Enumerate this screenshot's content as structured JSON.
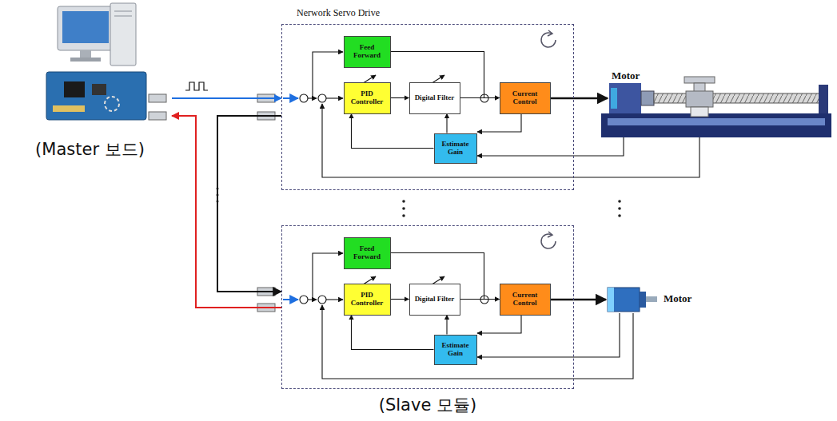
{
  "diagram": {
    "nodes": [
      {
        "text": [
          "(Master 보드)"
        ]
      },
      {
        "text": [
          "Nerwork Servo Drive"
        ]
      },
      {
        "text": [
          "Feed Forward"
        ],
        "in": 1
      },
      {
        "text": [
          "PID Controller"
        ],
        "in": 1
      },
      {
        "text": [
          "Digital Filter"
        ],
        "in": 1
      },
      {
        "text": [
          "Current Control"
        ],
        "in": 1
      },
      {
        "text": [
          "Estimate Gain"
        ],
        "in": 1
      },
      {
        "text": [
          "(Slave 모듈)"
        ]
      },
      {
        "text": [
          "Feed Forward"
        ],
        "in": 7
      },
      {
        "text": [
          "PID Controller"
        ],
        "in": 7
      },
      {
        "text": [
          "Digital Filter"
        ],
        "in": 7
      },
      {
        "text": [
          "Current Control"
        ],
        "in": 7
      },
      {
        "text": [
          "Estimate Gain"
        ],
        "in": 7
      }
    ],
    "edges": [
      {
        "from": 0,
        "to": 1,
        "arrow": "to"
      },
      {
        "from": 1,
        "to": 7,
        "arrow": "to"
      },
      {
        "from": 7,
        "to": 0,
        "arrow": "to"
      },
      {
        "from": 2,
        "to": 5,
        "arrow": "to"
      },
      {
        "from": 3,
        "to": 4,
        "arrow": "to"
      },
      {
        "from": 4,
        "to": 5,
        "arrow": "to"
      },
      {
        "from": 6,
        "to": 3,
        "arrow": "to"
      },
      {
        "from": 6,
        "to": 4,
        "arrow": "to"
      },
      {
        "from": 8,
        "to": 11,
        "arrow": "to"
      },
      {
        "from": 9,
        "to": 10,
        "arrow": "to"
      },
      {
        "from": 10,
        "to": 11,
        "arrow": "to"
      },
      {
        "from": 12,
        "to": 9,
        "arrow": "to"
      },
      {
        "from": 12,
        "to": 10,
        "arrow": "to"
      }
    ],
    "labels": [
      "Motor",
      "Motor"
    ]
  }
}
